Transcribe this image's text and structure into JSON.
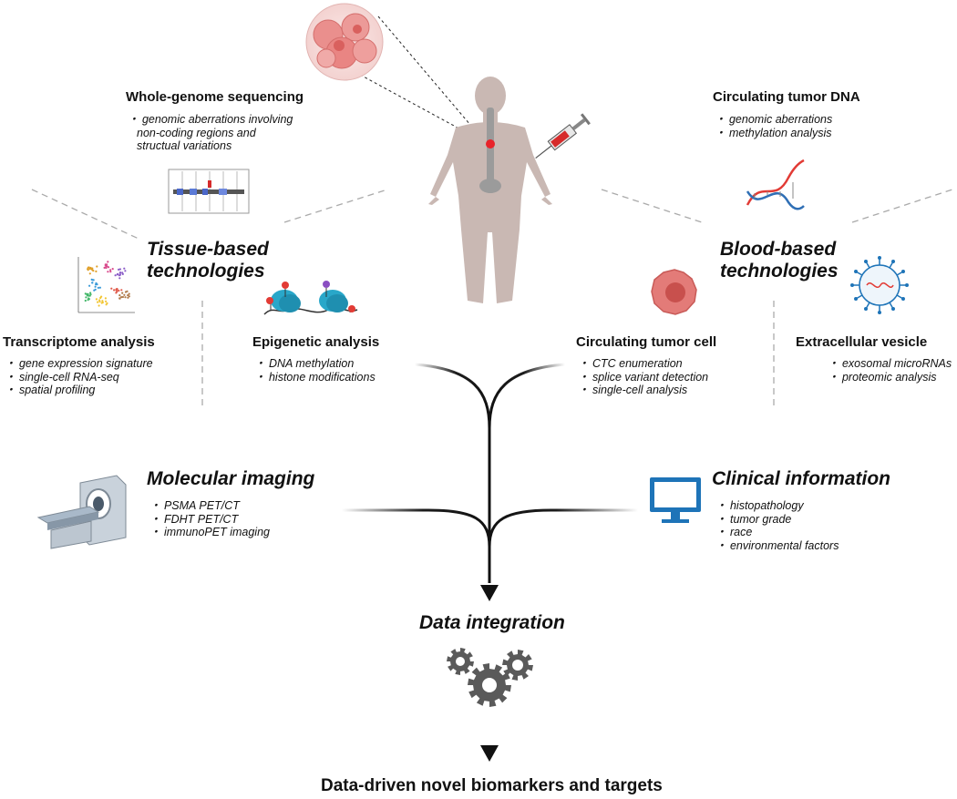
{
  "whole_genome": {
    "title": "Whole-genome sequencing",
    "items": [
      "・ genomic aberrations involving",
      "non-coding regions and",
      "structual variations"
    ]
  },
  "ctdna": {
    "title": "Circulating tumor DNA",
    "items": [
      "・ genomic aberrations",
      "・ methylation analysis"
    ]
  },
  "tissue_group": {
    "line1": "Tissue-based",
    "line2": "technologies"
  },
  "blood_group": {
    "line1": "Blood-based",
    "line2": "technologies"
  },
  "transcriptome": {
    "title": "Transcriptome analysis",
    "items": [
      "・ gene expression signature",
      "・ single-cell RNA-seq",
      "・ spatial profiling"
    ]
  },
  "epigenetic": {
    "title": "Epigenetic analysis",
    "items": [
      "・ DNA methylation",
      "・ histone modifications"
    ]
  },
  "ctc": {
    "title": "Circulating tumor cell",
    "items": [
      "・ CTC enumeration",
      "・ splice variant detection",
      "・ single-cell analysis"
    ]
  },
  "ev": {
    "title": "Extracellular vesicle",
    "items": [
      "・ exosomal microRNAs",
      "・ proteomic analysis"
    ]
  },
  "imaging": {
    "title": "Molecular imaging",
    "items": [
      "・ PSMA PET/CT",
      "・ FDHT PET/CT",
      "・ immunoPET imaging"
    ]
  },
  "clinical": {
    "title": "Clinical information",
    "items": [
      "・ histopathology",
      "・ tumor grade",
      "・ race",
      "・ environmental factors"
    ]
  },
  "integration": {
    "title": "Data integration"
  },
  "output": {
    "title": "Data-driven novel biomarkers and targets"
  },
  "colors": {
    "body": "#c9b8b3",
    "spine": "#9b9b9b",
    "tumor": "#e8232a",
    "cell": "#e37b78",
    "dna_red": "#e23b35",
    "dna_blue": "#2f6fb5",
    "nucleosome": "#29a7c9",
    "monitor": "#1e74b8",
    "gear": "#5a5a5a",
    "arrow": "#111111",
    "dashed": "#aaaaaa"
  },
  "icons": [
    "cell-cluster-icon",
    "human-body-icon",
    "syringe-icon",
    "karyotype-icon",
    "dna-helix-icon",
    "tsne-plot-icon",
    "nucleosome-icon",
    "tumor-cell-icon",
    "exosome-icon",
    "ct-scanner-icon",
    "monitor-icon",
    "gears-icon"
  ]
}
